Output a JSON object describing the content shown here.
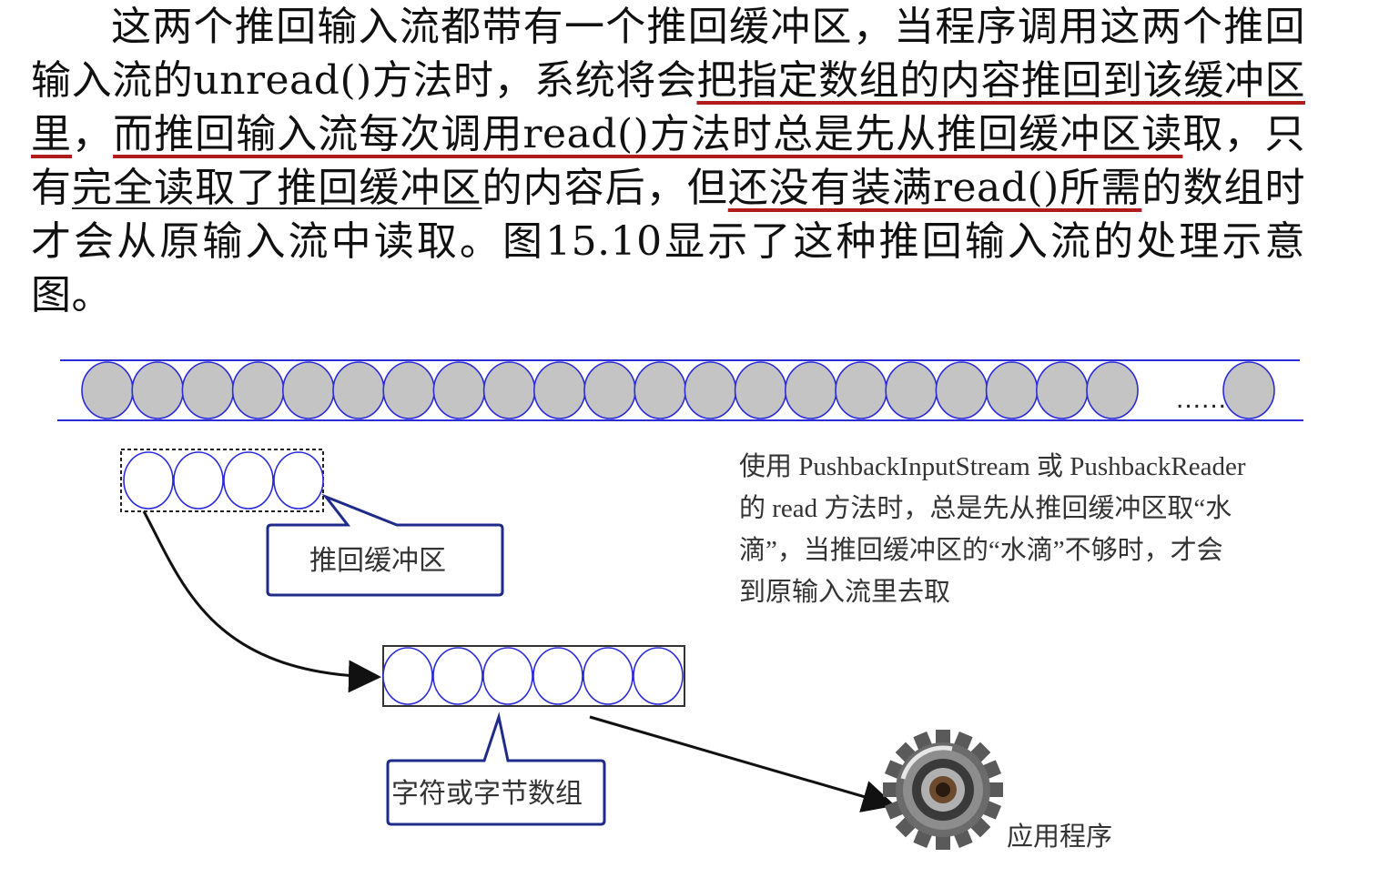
{
  "paragraph": {
    "p1": "这两个推回输入流都带有一个推回缓冲区，当程序调用这两个推回输入流的unread()方法时，系统将会",
    "p2": "把指定数组的内容推回到该缓冲区里",
    "p3": "，",
    "p4": "而推回输入流每次调用read()方法时总是先从推回缓冲区读",
    "p5": "取，只有",
    "p6": "完全读取了推回缓冲区",
    "p7": "的内容后，但",
    "p8": "还没有装满read()所需",
    "p9": "的数组时才会从原输入流中读取。图15.10显示了这种推回输入流的处理示意图。"
  },
  "figure": {
    "stream_ellipsis": "......",
    "pushback_buffer_label": "推回缓冲区",
    "array_label": "字符或字节数组",
    "note": "使用 PushbackInputStream 或 PushbackReader 的 read 方法时，总是先从推回缓冲区取“水滴”，当推回缓冲区的“水滴”不够时，才会到原输入流里去取",
    "app_label": "应用程序"
  },
  "colors": {
    "circle_outline": "#2b2bd8",
    "circle_fill": "#c4c4c4",
    "callout_border": "#1f2b8a",
    "underline_red": "#b01c1c"
  },
  "icons": {
    "application": "gear-icon"
  }
}
